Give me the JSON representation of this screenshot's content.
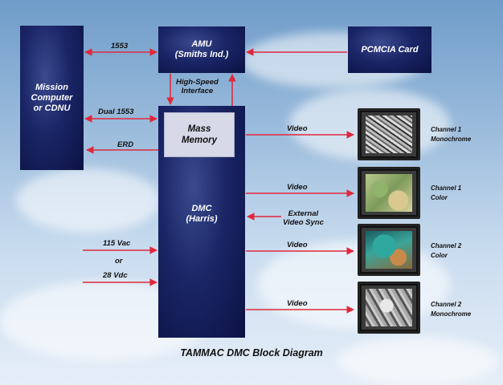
{
  "boxes": {
    "mission_computer": "Mission\nComputer\nor CDNU",
    "amu": "AMU\n(Smiths Ind.)",
    "pcmcia": "PCMCIA Card",
    "mass_memory": "Mass\nMemory",
    "dmc": "DMC\n(Harris)"
  },
  "labels": {
    "link_1553": "1553",
    "dual_1553": "Dual 1553",
    "erd": "ERD",
    "high_speed": "High-Speed\nInterface",
    "video_1": "Video",
    "video_2": "Video",
    "video_3": "Video",
    "video_4": "Video",
    "external_sync": "External\nVideo Sync",
    "vac": "115 Vac",
    "or": "or",
    "vdc": "28 Vdc"
  },
  "displays": [
    {
      "label": "Channel 1\nMonochrome"
    },
    {
      "label": "Channel 1\nColor"
    },
    {
      "label": "Channel 2\nColor"
    },
    {
      "label": "Channel 2\nMonochrome"
    }
  ],
  "caption": "TAMMAC DMC Block Diagram",
  "colors": {
    "arrow": "#e0283c",
    "box": "#141d5a",
    "sky": "#9dbddd"
  }
}
